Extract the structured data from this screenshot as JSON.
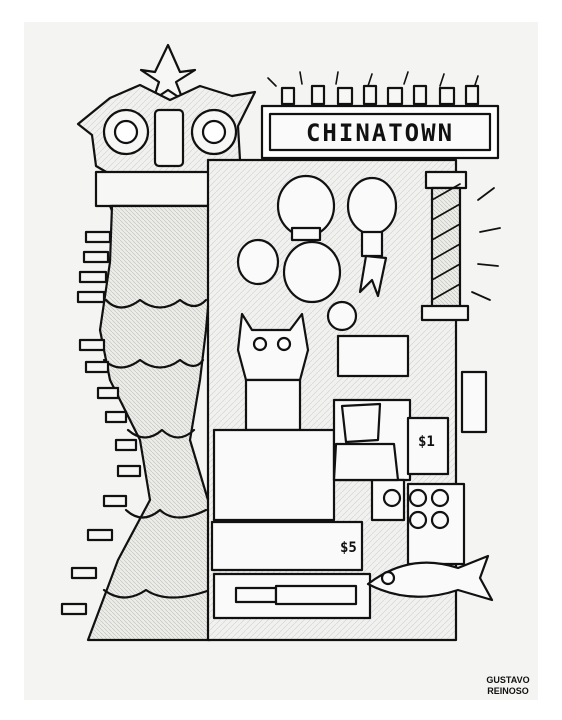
{
  "artwork": {
    "sign_text": "CHINATOWN",
    "price_tag_1": "$1",
    "price_tag_2": "$5",
    "signature_line1": "GUSTAVO",
    "signature_line2": "REINOSO"
  },
  "colors": {
    "paper": "#f4f4f2",
    "ink": "#111111",
    "border": "#ffffff"
  }
}
